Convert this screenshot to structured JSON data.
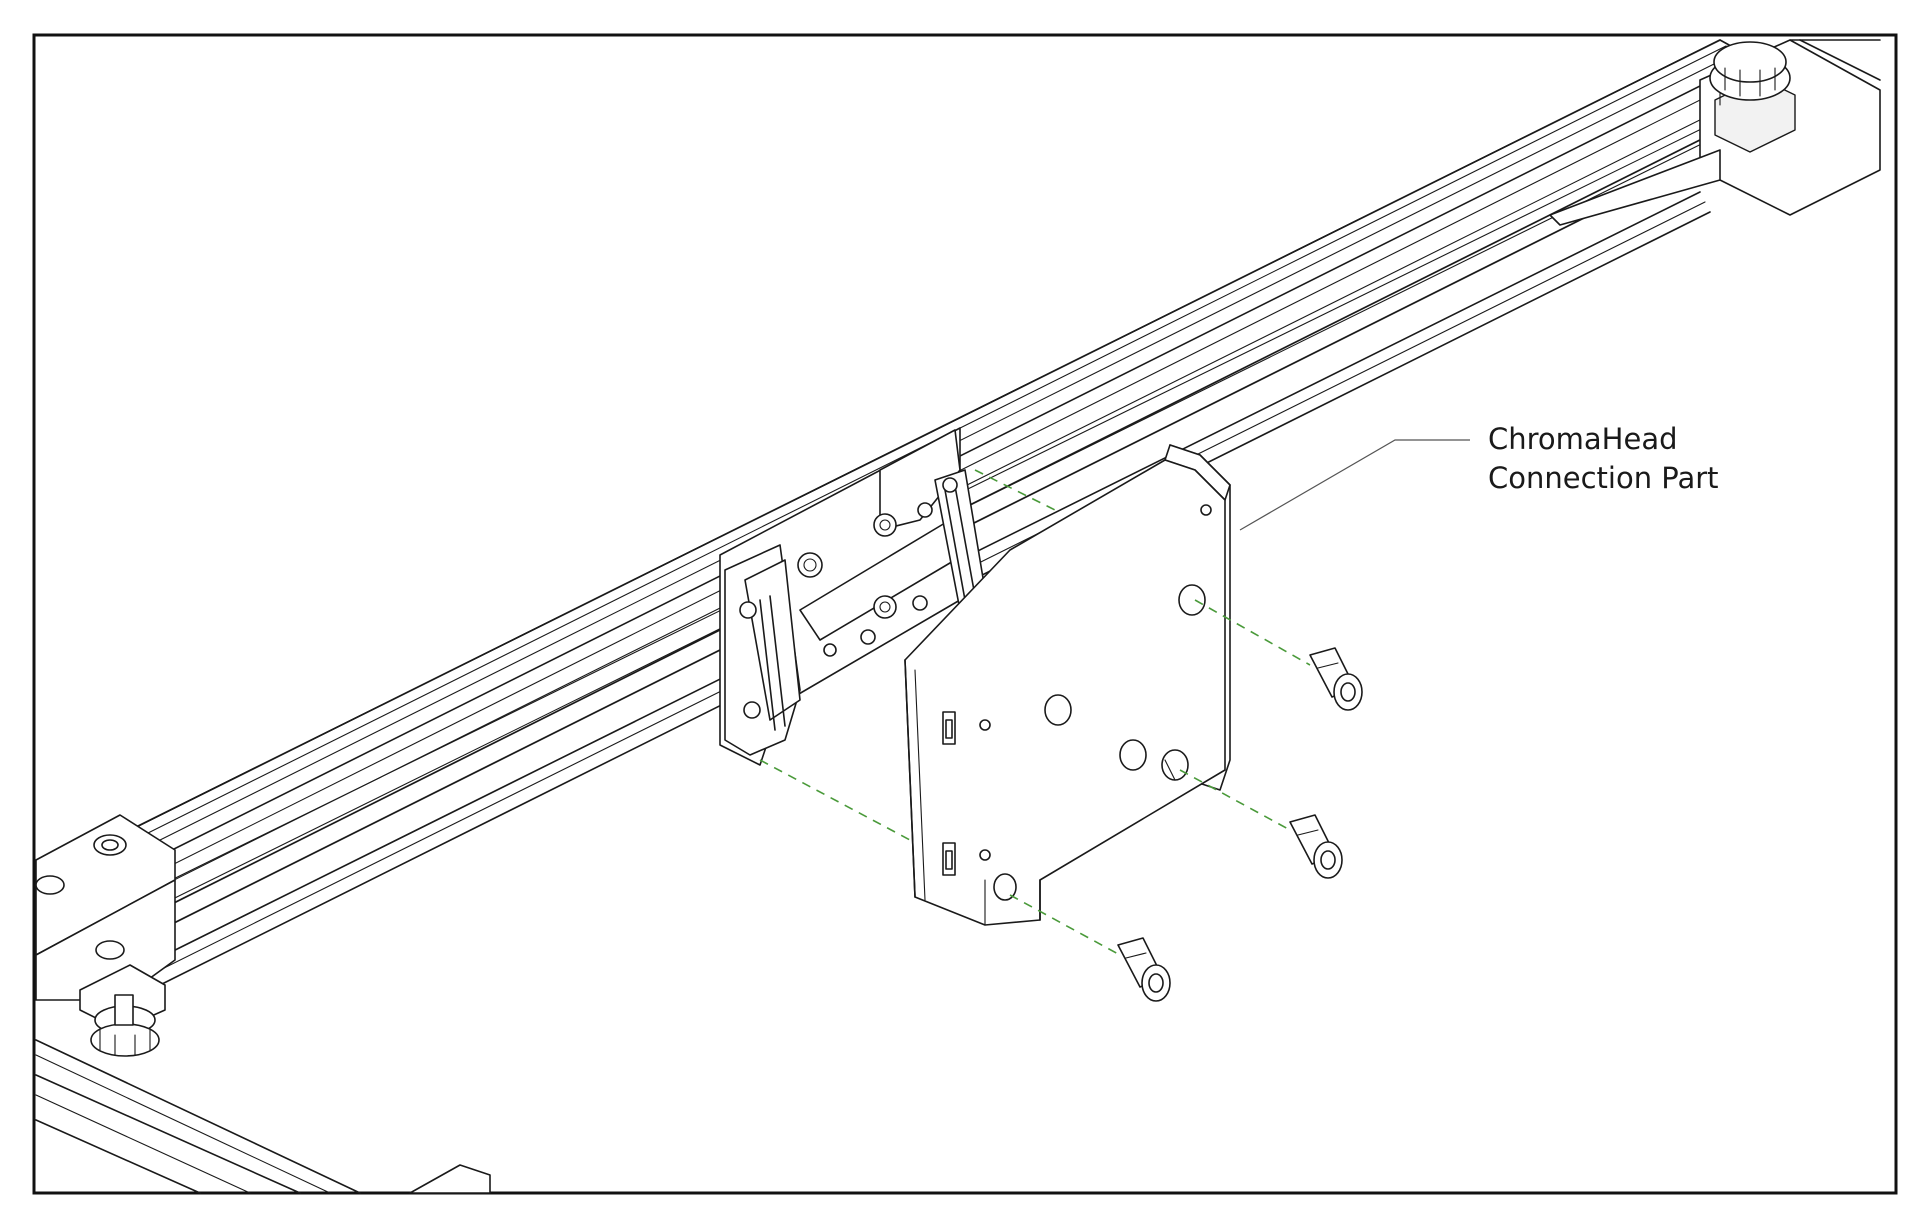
{
  "callout": {
    "line1": "ChromaHead",
    "line2": "Connection Part"
  },
  "colors": {
    "line": "#1a1a1a",
    "guide_dash": "#4a9a3a",
    "frame": "#111111",
    "background": "#ffffff"
  },
  "parts": {
    "rail": "aluminium-extrusion-rail",
    "carriage": "carriage-plate",
    "connection_part": "chromahead-connection-part",
    "screws": [
      "screw",
      "screw",
      "screw"
    ]
  }
}
